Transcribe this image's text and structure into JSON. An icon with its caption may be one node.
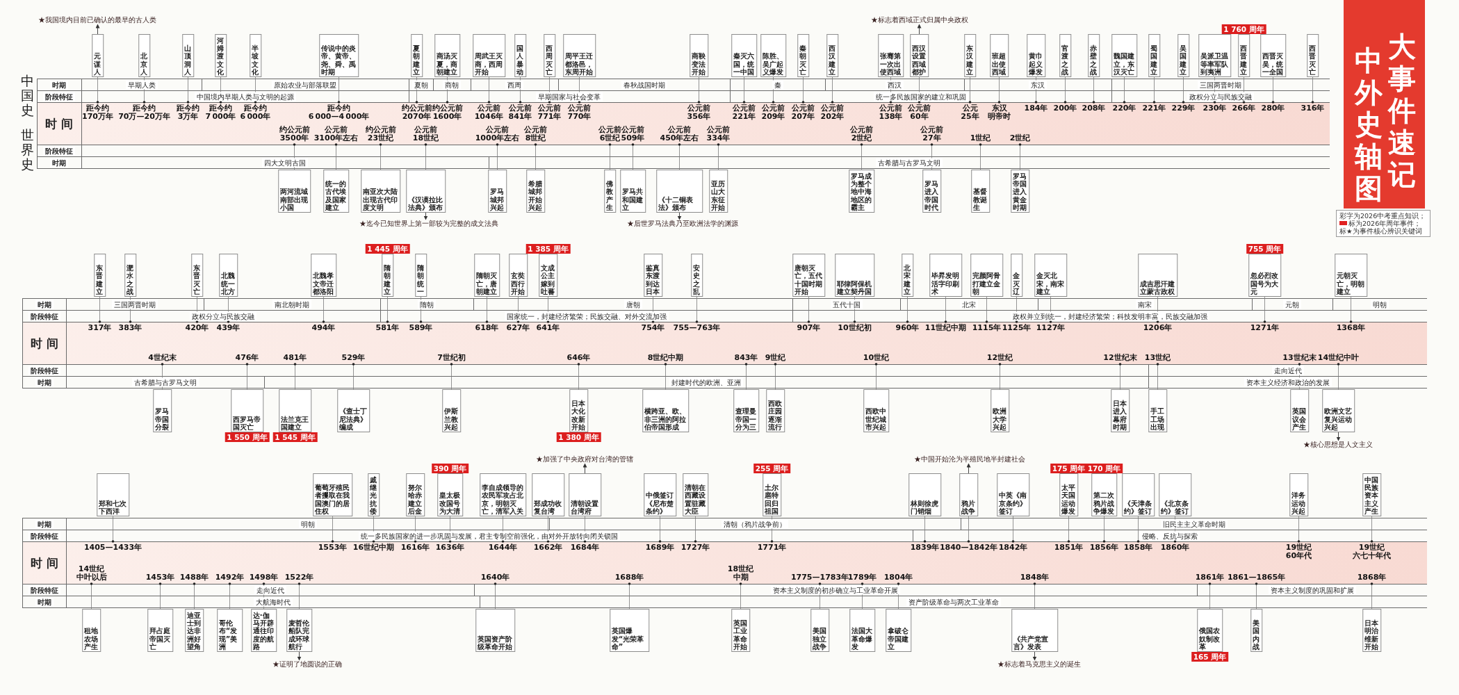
{
  "diagram": {
    "title": "中外史轴图",
    "nodes": [
      {
        "text": [
          "★我国境内目前已确认的最早的古人类"
        ]
      },
      {
        "text": [
          "★标志着西域正式归属中央政权"
        ]
      },
      {
        "text": [
          "1 760 周年"
        ]
      },
      {
        "text": [
          "元谋人"
        ],
        "beside": [
          "距今约170万年"
        ]
      },
      {
        "text": [
          "北京人"
        ],
        "beside": [
          "距今约70万—20万年"
        ]
      },
      {
        "text": [
          "山顶洞人"
        ],
        "beside": [
          "距今约3万年"
        ]
      },
      {
        "text": [
          "河姆渡文化"
        ],
        "beside": [
          "距今约7 000年"
        ]
      },
      {
        "text": [
          "半坡文化"
        ],
        "beside": [
          "距今约6 000年"
        ]
      },
      {
        "text": [
          "传说中的炎帝、黄帝、尧、舜、禹时期"
        ],
        "beside": [
          "距今约6 000—4 000年"
        ]
      },
      {
        "text": [
          "夏朝建立"
        ],
        "beside": [
          "约公元前2070年"
        ]
      },
      {
        "text": [
          "商汤灭夏，商朝建立"
        ],
        "beside": [
          "约公元前1600年"
        ]
      },
      {
        "text": [
          "周武王灭商，西周开始"
        ],
        "beside": [
          "公元前1046年"
        ]
      },
      {
        "text": [
          "国人暴动"
        ],
        "beside": [
          "公元前841年"
        ]
      },
      {
        "text": [
          "西周灭亡"
        ],
        "beside": [
          "公元前771年"
        ]
      },
      {
        "text": [
          "周平王迁都洛邑，东周开始"
        ],
        "beside": [
          "公元前770年"
        ]
      },
      {
        "text": [
          "商鞅变法开始"
        ],
        "beside": [
          "公元前356年"
        ]
      },
      {
        "text": [
          "秦灭六国，统一中国"
        ],
        "beside": [
          "公元前221年"
        ]
      },
      {
        "text": [
          "陈胜、吴广起义爆发"
        ],
        "beside": [
          "公元前209年"
        ]
      },
      {
        "text": [
          "秦朝灭亡"
        ],
        "beside": [
          "公元前207年"
        ]
      },
      {
        "text": [
          "西汉建立"
        ],
        "beside": [
          "公元前202年"
        ]
      },
      {
        "text": [
          "张骞第一次出使西域"
        ],
        "beside": [
          "公元前138年"
        ]
      },
      {
        "text": [
          "西汉设置西域都护"
        ],
        "beside": [
          "公元前60年"
        ]
      },
      {
        "text": [
          "东汉建立"
        ],
        "beside": [
          "公元25年"
        ]
      },
      {
        "text": [
          "班超出使西域"
        ],
        "beside": [
          "东汉明帝时"
        ]
      },
      {
        "text": [
          "黄巾起义爆发"
        ],
        "beside": [
          "184年"
        ]
      },
      {
        "text": [
          "官渡之战"
        ],
        "beside": [
          "200年"
        ]
      },
      {
        "text": [
          "赤壁之战"
        ],
        "beside": [
          "208年"
        ]
      },
      {
        "text": [
          "魏国建立，东汉灭亡"
        ],
        "beside": [
          "220年"
        ]
      },
      {
        "text": [
          "蜀国建立"
        ],
        "beside": [
          "221年"
        ]
      },
      {
        "text": [
          "吴国建立"
        ],
        "beside": [
          "229年"
        ]
      },
      {
        "text": [
          "吴派卫温等率军队到夷洲"
        ],
        "beside": [
          "230年"
        ]
      },
      {
        "text": [
          "西晋建立"
        ],
        "beside": [
          "266年"
        ]
      },
      {
        "text": [
          "西晋灭吴，统一全国"
        ],
        "beside": [
          "280年"
        ]
      },
      {
        "text": [
          "西晋灭亡"
        ],
        "beside": [
          "316年"
        ]
      },
      {
        "text": [
          "两河流域南部出现小国"
        ],
        "beside": [
          "约公元前3500年"
        ]
      },
      {
        "text": [
          "统一的古代埃及国家建立"
        ],
        "beside": [
          "公元前3100年左右"
        ]
      },
      {
        "text": [
          "南亚次大陆出现古代印度文明"
        ],
        "beside": [
          "约公元前23世纪"
        ]
      },
      {
        "text": [
          "《汉谟拉比法典》颁布"
        ],
        "beside": [
          "公元前18世纪"
        ]
      },
      {
        "text": [
          "罗马城邦兴起"
        ],
        "beside": [
          "公元前1000年左右"
        ]
      },
      {
        "text": [
          "希腊城邦开始兴起"
        ],
        "beside": [
          "公元前8世纪"
        ]
      },
      {
        "text": [
          "佛教产生"
        ],
        "beside": [
          "公元前6世纪"
        ]
      },
      {
        "text": [
          "罗马共和国建立"
        ],
        "beside": [
          "公元前509年"
        ]
      },
      {
        "text": [
          "《十二铜表法》颁布"
        ],
        "beside": [
          "公元前450年左右"
        ]
      },
      {
        "text": [
          "亚历山大东征开始"
        ],
        "beside": [
          "公元前334年"
        ]
      },
      {
        "text": [
          "罗马成为整个地中海地区的霸主"
        ],
        "beside": [
          "公元前2世纪"
        ]
      },
      {
        "text": [
          "罗马进入帝国时代"
        ],
        "beside": [
          "公元前27年"
        ]
      },
      {
        "text": [
          "基督教诞生"
        ],
        "beside": [
          "1世纪"
        ]
      },
      {
        "text": [
          "罗马帝国进入黄金时期"
        ],
        "beside": [
          "2世纪"
        ]
      },
      {
        "text": [
          "★迄今已知世界上第一部较为完整的成文法典"
        ]
      },
      {
        "text": [
          "★后世罗马法典乃至欧洲法学的渊源"
        ]
      },
      {
        "text": [
          "1 445 周年"
        ]
      },
      {
        "text": [
          "1 385 周年"
        ]
      },
      {
        "text": [
          "755 周年"
        ]
      },
      {
        "text": [
          "东晋建立"
        ],
        "beside": [
          "317年"
        ]
      },
      {
        "text": [
          "淝水之战"
        ],
        "beside": [
          "383年"
        ]
      },
      {
        "text": [
          "东晋灭亡"
        ],
        "beside": [
          "420年"
        ]
      },
      {
        "text": [
          "北魏统一北方"
        ],
        "beside": [
          "439年"
        ]
      },
      {
        "text": [
          "北魏孝文帝迁都洛阳"
        ],
        "beside": [
          "494年"
        ]
      },
      {
        "text": [
          "隋朝建立"
        ],
        "beside": [
          "581年"
        ]
      },
      {
        "text": [
          "隋朝统一"
        ],
        "beside": [
          "589年"
        ]
      },
      {
        "text": [
          "隋朝灭亡，唐朝建立"
        ],
        "beside": [
          "618年"
        ]
      },
      {
        "text": [
          "玄奘西行开始"
        ],
        "beside": [
          "627年"
        ]
      },
      {
        "text": [
          "文成公主嫁到吐蕃"
        ],
        "beside": [
          "641年"
        ]
      },
      {
        "text": [
          "鉴真东渡到达日本"
        ],
        "beside": [
          "754年"
        ]
      },
      {
        "text": [
          "安史之乱"
        ],
        "beside": [
          "755—763年"
        ]
      },
      {
        "text": [
          "唐朝灭亡，五代十国时期开始"
        ],
        "beside": [
          "907年"
        ]
      },
      {
        "text": [
          "耶律阿保机建立契丹国"
        ],
        "beside": [
          "10世纪初"
        ]
      },
      {
        "text": [
          "北宋建立"
        ],
        "beside": [
          "960年"
        ]
      },
      {
        "text": [
          "毕昇发明活字印刷术"
        ],
        "beside": [
          "11世纪中期"
        ]
      },
      {
        "text": [
          "完颜阿骨打建立金朝"
        ],
        "beside": [
          "1115年"
        ]
      },
      {
        "text": [
          "金灭辽"
        ],
        "beside": [
          "1125年"
        ]
      },
      {
        "text": [
          "金灭北宋，南宋建立"
        ],
        "beside": [
          "1127年"
        ]
      },
      {
        "text": [
          "成吉思汗建立蒙古政权"
        ],
        "beside": [
          "1206年"
        ]
      },
      {
        "text": [
          "忽必烈改国号为大元"
        ],
        "beside": [
          "1271年"
        ]
      },
      {
        "text": [
          "元朝灭亡，明朝建立"
        ],
        "beside": [
          "1368年"
        ]
      },
      {
        "text": [
          "罗马帝国分裂"
        ],
        "beside": [
          "4世纪末"
        ]
      },
      {
        "text": [
          "西罗马帝国灭亡"
        ],
        "beside": [
          "476年"
        ]
      },
      {
        "text": [
          "法兰克王国建立"
        ],
        "beside": [
          "481年"
        ]
      },
      {
        "text": [
          "《查士丁尼法典》编成"
        ],
        "beside": [
          "529年"
        ]
      },
      {
        "text": [
          "伊斯兰教兴起"
        ],
        "beside": [
          "7世纪初"
        ]
      },
      {
        "text": [
          "日本大化改新开始"
        ],
        "beside": [
          "646年"
        ]
      },
      {
        "text": [
          "横跨亚、欧、非三洲的阿拉伯帝国形成"
        ],
        "beside": [
          "8世纪中期"
        ]
      },
      {
        "text": [
          "查理曼帝国一分为三"
        ],
        "beside": [
          "843年"
        ]
      },
      {
        "text": [
          "西欧庄园逐渐流行"
        ],
        "beside": [
          "9世纪"
        ]
      },
      {
        "text": [
          "西欧中世纪城市兴起"
        ],
        "beside": [
          "10世纪"
        ]
      },
      {
        "text": [
          "欧洲大学兴起"
        ],
        "beside": [
          "12世纪"
        ]
      },
      {
        "text": [
          "日本进入幕府时期"
        ],
        "beside": [
          "12世纪末"
        ]
      },
      {
        "text": [
          "手工工场出现"
        ],
        "beside": [
          "13世纪"
        ]
      },
      {
        "text": [
          "英国议会产生"
        ],
        "beside": [
          "13世纪末"
        ]
      },
      {
        "text": [
          "欧洲文艺复兴运动兴起"
        ],
        "beside": [
          "14世纪中叶"
        ]
      },
      {
        "text": [
          "1 550 周年"
        ]
      },
      {
        "text": [
          "1 545 周年"
        ]
      },
      {
        "text": [
          "1 380 周年"
        ]
      },
      {
        "text": [
          "★核心思想是人文主义"
        ]
      },
      {
        "text": [
          "★加强了中央政府对台湾的管辖"
        ]
      },
      {
        "text": [
          "★中国开始沦为半殖民地半封建社会"
        ]
      },
      {
        "text": [
          "390 周年"
        ]
      },
      {
        "text": [
          "255 周年"
        ]
      },
      {
        "text": [
          "175 周年"
        ]
      },
      {
        "text": [
          "170 周年"
        ]
      },
      {
        "text": [
          "郑和七次下西洋"
        ],
        "beside": [
          "1405—1433年"
        ]
      },
      {
        "text": [
          "葡萄牙殖民者攫取在我国澳门的居住权"
        ],
        "beside": [
          "1553年"
        ]
      },
      {
        "text": [
          "戚继光抗倭"
        ],
        "beside": [
          "16世纪中期"
        ]
      },
      {
        "text": [
          "努尔哈赤建立后金"
        ],
        "beside": [
          "1616年"
        ]
      },
      {
        "text": [
          "皇太极改国号为大清"
        ],
        "beside": [
          "1636年"
        ]
      },
      {
        "text": [
          "李自成领导的农民军攻占北京，明朝灭亡，清军入关"
        ],
        "beside": [
          "1644年"
        ]
      },
      {
        "text": [
          "郑成功收复台湾"
        ],
        "beside": [
          "1662年"
        ]
      },
      {
        "text": [
          "清朝设置台湾府"
        ],
        "beside": [
          "1684年"
        ]
      },
      {
        "text": [
          "中俄签订《尼布楚条约》"
        ],
        "beside": [
          "1689年"
        ]
      },
      {
        "text": [
          "清朝在西藏设置驻藏大臣"
        ],
        "beside": [
          "1727年"
        ]
      },
      {
        "text": [
          "土尔扈特回归祖国"
        ],
        "beside": [
          "1771年"
        ]
      },
      {
        "text": [
          "林则徐虎门销烟"
        ],
        "beside": [
          "1839年"
        ]
      },
      {
        "text": [
          "鸦片战争"
        ],
        "beside": [
          "1840—1842年"
        ]
      },
      {
        "text": [
          "中英《南京条约》签订"
        ],
        "beside": [
          "1842年"
        ]
      },
      {
        "text": [
          "太平天国运动爆发"
        ],
        "beside": [
          "1851年"
        ]
      },
      {
        "text": [
          "第二次鸦片战争爆发"
        ],
        "beside": [
          "1856年"
        ]
      },
      {
        "text": [
          "《天津条约》签订"
        ],
        "beside": [
          "1858年"
        ]
      },
      {
        "text": [
          "《北京条约》签订"
        ],
        "beside": [
          "1860年"
        ]
      },
      {
        "text": [
          "洋务运动兴起"
        ],
        "beside": [
          "19世纪60年代"
        ]
      },
      {
        "text": [
          "中国民族资本主义产生"
        ],
        "beside": [
          "19世纪六七十年代"
        ]
      },
      {
        "text": [
          "租地农场产生"
        ],
        "beside": [
          "14世纪中叶以后"
        ]
      },
      {
        "text": [
          "拜占庭帝国灭亡"
        ],
        "beside": [
          "1453年"
        ]
      },
      {
        "text": [
          "迪亚士到达非洲好望角"
        ],
        "beside": [
          "1488年"
        ]
      },
      {
        "text": [
          "哥伦布“发现”美洲"
        ],
        "beside": [
          "1492年"
        ]
      },
      {
        "text": [
          "达·伽马开辟通往印度的航路"
        ],
        "beside": [
          "1498年"
        ]
      },
      {
        "text": [
          "麦哲伦船队完成环球航行"
        ],
        "beside": [
          "1522年"
        ]
      },
      {
        "text": [
          "英国资产阶级革命开始"
        ],
        "beside": [
          "1640年"
        ]
      },
      {
        "text": [
          "英国爆发“光荣革命”"
        ],
        "beside": [
          "1688年"
        ]
      },
      {
        "text": [
          "英国工业革命开始"
        ],
        "beside": [
          "18世纪中期"
        ]
      },
      {
        "text": [
          "美国独立战争"
        ],
        "beside": [
          "1775—1783年"
        ]
      },
      {
        "text": [
          "法国大革命爆发"
        ],
        "beside": [
          "1789年"
        ]
      },
      {
        "text": [
          "拿破仑帝国建立"
        ],
        "beside": [
          "1804年"
        ]
      },
      {
        "text": [
          "《共产党宣言》发表"
        ],
        "beside": [
          "1848年"
        ]
      },
      {
        "text": [
          "俄国农奴制改革"
        ],
        "beside": [
          "1861年"
        ]
      },
      {
        "text": [
          "美国内战"
        ],
        "beside": [
          "1861—1865年"
        ]
      },
      {
        "text": [
          "日本明治维新开始"
        ],
        "beside": [
          "1868年"
        ]
      },
      {
        "text": [
          "165 周年"
        ]
      },
      {
        "text": [
          "★证明了地圆说的正确"
        ]
      },
      {
        "text": [
          "★标志着马克思主义的诞生"
        ]
      }
    ],
    "edges": [
      {
        "from": 3,
        "to": 0,
        "arrow": "to"
      },
      {
        "from": 21,
        "to": 1,
        "arrow": "to"
      },
      {
        "from": 37,
        "to": 48,
        "arrow": "to"
      },
      {
        "from": 42,
        "to": 49,
        "arrow": "to"
      },
      {
        "from": 89,
        "to": 93,
        "arrow": "to"
      },
      {
        "from": 107,
        "to": 94,
        "arrow": "to"
      },
      {
        "from": 112,
        "to": 95,
        "arrow": "to"
      },
      {
        "from": 125,
        "to": 137,
        "arrow": "to"
      },
      {
        "from": 132,
        "to": 138,
        "arrow": "to"
      }
    ],
    "labels": [
      "大事件速记",
      "中国史",
      "时期",
      "早期人类",
      "原始农业与部落联盟",
      "夏朝",
      "商朝",
      "西周",
      "春秋战国时期",
      "秦",
      "西汉",
      "东汉",
      "三国两晋时期",
      "阶段特征",
      "中国境内早期人类与文明的起源",
      "早期国家与社会变革",
      "统一多民族国家的建立和巩固",
      "政权分立与民族交融",
      "时间",
      "世界史",
      "阶段特征",
      "时期",
      "四大文明古国",
      "古希腊与古罗马文明",
      "时期",
      "三国两晋时期",
      "南北朝时期",
      "隋朝",
      "唐朝",
      "五代十国",
      "北宋",
      "南宋",
      "元朝",
      "明朝",
      "阶段特征",
      "政权分立与民族交融",
      "国家统一，封建经济繁荣；民族交融、对外交流加强",
      "政权并立到统一，封建经济繁荣；科技发明丰富，民族交融加强",
      "时间",
      "阶段特征",
      "走向近代",
      "时期",
      "古希腊与古罗马文明",
      "封建时代的欧洲、亚洲",
      "资本主义经济和政治的发展",
      "时期",
      "明朝",
      "清朝（鸦片战争前）",
      "旧民主主义革命时期",
      "阶段特征",
      "统一多民族国家的进一步巩固与发展，君主专制空前强化，由对外开放转向闭关锁国",
      "侵略、反抗与探索",
      "时间",
      "阶段特征",
      "走向近代",
      "资本主义制度的初步确立与工业革命开展",
      "资本主义制度的巩固和扩展",
      "时期",
      "大航海时代",
      "资产阶级革命与两次工业革命"
    ],
    "legend": [
      {
        "text": "彩字为2026中考重点知识；"
      },
      {
        "text": "标为2026年周年事件；",
        "color": "#e02020"
      },
      {
        "text": "标★为事件核心辨识关键词"
      }
    ]
  }
}
